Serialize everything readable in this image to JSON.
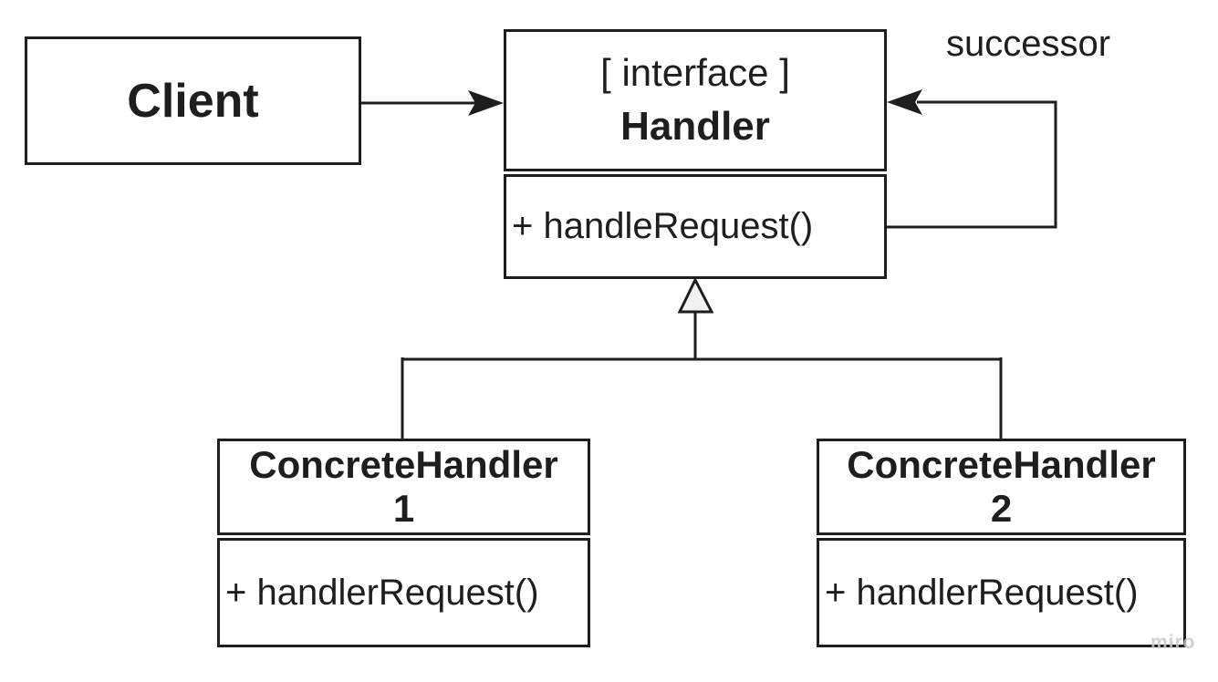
{
  "colors": {
    "line": "#1e1e1e",
    "text": "#1e1e1e",
    "triangle_fill": "#f1f1f1",
    "watermark": "#c7c7ce",
    "background": "#ffffff"
  },
  "classes": {
    "client": {
      "name": "Client"
    },
    "handler": {
      "stereotype": "[ interface ]",
      "name": "Handler",
      "method": "+ handleRequest()"
    },
    "concrete_handler_1": {
      "name_line1": "ConcreteHandler",
      "name_line2": "1",
      "method": "+ handlerRequest()"
    },
    "concrete_handler_2": {
      "name_line1": "ConcreteHandler",
      "name_line2": "2",
      "method": "+ handlerRequest()"
    }
  },
  "relations": {
    "successor_label": "successor"
  },
  "watermark": "miro"
}
